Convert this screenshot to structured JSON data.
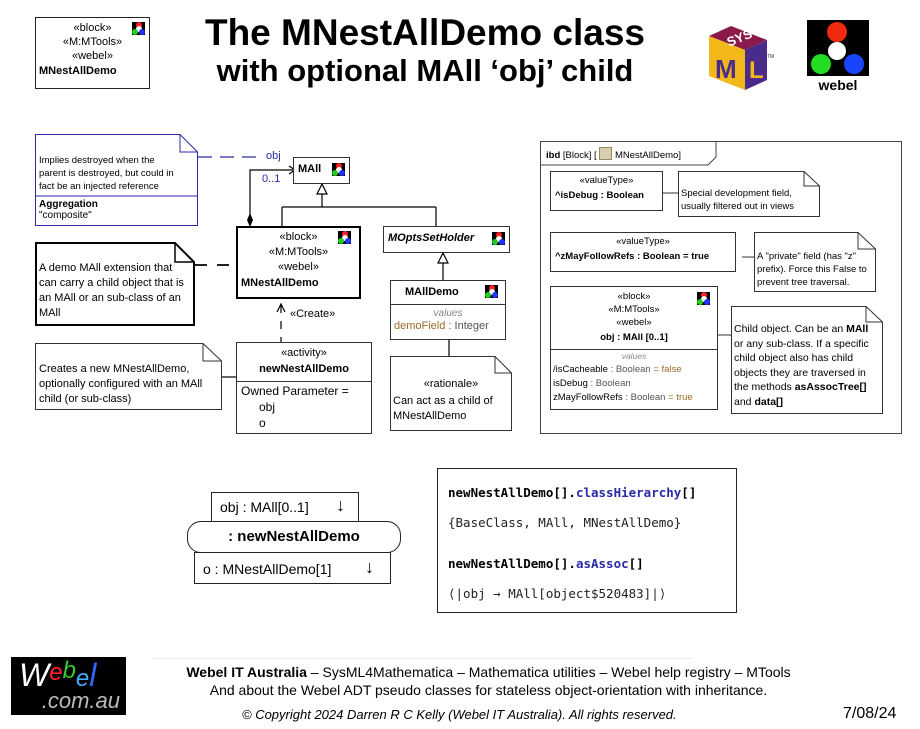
{
  "header": {
    "title_line1": "The MNestAllDemo class",
    "title_line2": "with optional MAll ‘obj’ child",
    "block_badge": {
      "stereotypes": [
        "«block»",
        "«M:MTools»",
        "«webel»"
      ],
      "name": "MNestAllDemo"
    },
    "sysml_logo": {
      "top": "SYS",
      "left": "M",
      "right": "L",
      "tm": "™"
    },
    "webel_logo_label": "webel"
  },
  "bdd": {
    "aggregation_note": {
      "text": "Implies destroyed when the parent is destroyed, but could in fact be an injected reference",
      "label": "Aggregation",
      "value": "\"composite\""
    },
    "assoc_role": "obj",
    "assoc_multiplicity": "0..1",
    "mall_block": {
      "name": "MAll"
    },
    "mnest_block": {
      "stereotypes": [
        "«block»",
        "«M:MTools»",
        "«webel»"
      ],
      "name": "MNestAllDemo"
    },
    "demo_note": "A demo MAll extension that can carry a child object that is an MAll or an sub-class of an MAll",
    "create_label": "«Create»",
    "moptsset_block": {
      "name": "MOptsSetHolder"
    },
    "malldemo_block": {
      "name": "MAllDemo",
      "compartment_label": "values",
      "field_name": "demoField",
      "field_type": " : Integer"
    },
    "rationale_note": {
      "stereotype": "«rationale»",
      "text": "Can act as a child of MNestAllDemo"
    },
    "create_note": "Creates a new MNestAllDemo, optionally configured with an MAll child (or sub-class)",
    "activity_block": {
      "stereotype": "«activity»",
      "name": "newNestAllDemo",
      "owned_param_label": "Owned Parameter =",
      "params": [
        "obj",
        "o"
      ]
    }
  },
  "ibd": {
    "frame_kind": "ibd",
    "frame_type": "[Block]",
    "frame_open": "[",
    "frame_name": "MNestAllDemo",
    "frame_close": "]",
    "isdebug_part": {
      "stereotype": "«valueType»",
      "name": "^isDebug : Boolean"
    },
    "isdebug_note": "Special development field, usually filtered out in views",
    "zmay_part": {
      "stereotype": "«valueType»",
      "name": "^zMayFollowRefs : Boolean = true"
    },
    "zmay_note": "A \"private\" field (has \"z\" prefix). Force this False to prevent tree traversal.",
    "obj_part": {
      "stereotypes": [
        "«block»",
        "«M:MTools»",
        "«webel»"
      ],
      "name": "obj : MAll [0..1]",
      "compartment_label": "values",
      "values": [
        {
          "name": "/isCacheable",
          "type": " : Boolean",
          "default": " = false"
        },
        {
          "name": "isDebug",
          "type": " : Boolean",
          "default": ""
        },
        {
          "name": "zMayFollowRefs",
          "type": " : Boolean",
          "default": " = true"
        }
      ]
    },
    "obj_note": {
      "p1": "Child object. Can be an ",
      "b1": "MAll",
      "p2": " or any sub-class. If a specific child object also has child objects they are traversed in the methods ",
      "b2": "asAssocTree[]",
      "p3": " and ",
      "b3": "data[]"
    }
  },
  "activity_action": {
    "input_pin": "obj : MAll[0..1]",
    "name": ": newNestAllDemo",
    "output_pin": "o : MNestAllDemo[1]"
  },
  "code": {
    "line1_obj": "newNestAllDemo[].",
    "line1_method": "classHierarchy",
    "line1_tail": "[]",
    "line2": "{BaseClass, MAll, MNestAllDemo}",
    "line3_obj": "newNestAllDemo[].",
    "line3_method": "asAssoc",
    "line3_tail": "[]",
    "line4": "⟨|obj → MAll[object$520483]|⟩"
  },
  "footer": {
    "logo_w": "W",
    "logo_e1": "e",
    "logo_b": "b",
    "logo_e2": "e",
    "logo_l": "l",
    "logo_domain": ".com.au",
    "line1_bold": "Webel IT Australia",
    "line1_rest": " – SysML4Mathematica – Mathematica utilities – Webel help registry – MTools",
    "line2": "And about the Webel ADT pseudo classes for stateless object-orientation with inheritance.",
    "copyright": "© Copyright 2024 Darren R C Kelly (Webel IT Australia). All rights reserved.",
    "date": "7/08/24"
  }
}
